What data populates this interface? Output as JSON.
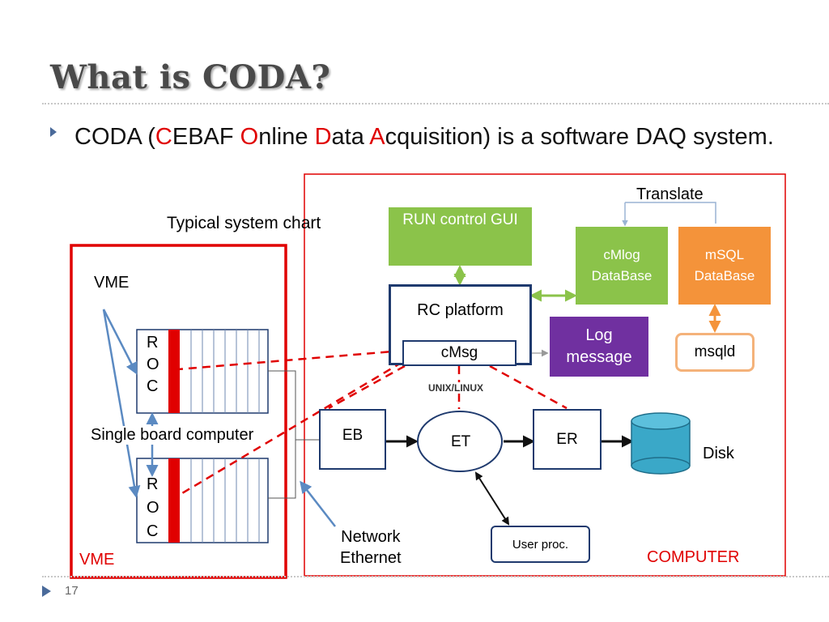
{
  "slide": {
    "title": "What is CODA?",
    "bullet": {
      "prefix": "CODA (",
      "c_letter": "C",
      "c_rest": "EBAF ",
      "o_letter": "O",
      "o_rest": "nline ",
      "d_letter": "D",
      "d_rest": "ata ",
      "a_letter": "A",
      "a_rest": "cquisition) is a software DAQ system."
    },
    "page_number": "17"
  },
  "diagram": {
    "caption": "Typical system chart",
    "vme_top_label": "VME",
    "vme_bottom_label": "VME",
    "computer_label": "COMPUTER",
    "roc_top": [
      "R",
      "O",
      "C"
    ],
    "roc_bottom": [
      "R",
      "O",
      "C"
    ],
    "single_board_label": "Single board computer",
    "network_label_1": "Network",
    "network_label_2": "Ethernet",
    "run_control": "RUN control GUI",
    "rc_platform": "RC platform",
    "cmsg": "cMsg",
    "unix_linux": "UNIX/LINUX",
    "translate": "Translate",
    "cmlog": "cMlog DataBase",
    "msql": "mSQL DataBase",
    "log_message": "Log message",
    "msqld": "msqld",
    "eb": "EB",
    "et": "ET",
    "er": "ER",
    "disk": "Disk",
    "user_proc": "User proc.",
    "colors": {
      "green_box": "#8bc34a",
      "orange_box": "#f4933a",
      "purple_box": "#7030a0",
      "dark_blue_border": "#1f3a6e",
      "frame_red": "#e00000",
      "disk_fill": "#3aa8c8",
      "arrow_blue": "#5b8ac2"
    }
  }
}
